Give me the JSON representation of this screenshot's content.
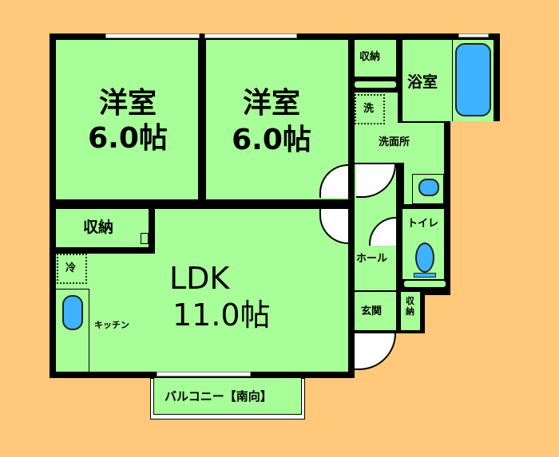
{
  "floorplan": {
    "colors": {
      "background": "#ffc87a",
      "room": "#a8fe98",
      "wall": "#000000",
      "fixture": "#3fb2ff",
      "window": "#ffffff"
    },
    "rooms": {
      "western1": {
        "name": "洋室",
        "size": "6.0帖"
      },
      "western2": {
        "name": "洋室",
        "size": "6.0帖"
      },
      "ldk": {
        "name": "LDK",
        "size": "11.0帖"
      },
      "storage_top": {
        "name": "収納"
      },
      "storage_left": {
        "name": "収納"
      },
      "storage_entry": {
        "name": "収納"
      },
      "bath": {
        "name": "浴室"
      },
      "washroom": {
        "name": "洗面所"
      },
      "washer": {
        "name": "洗"
      },
      "fridge": {
        "name": "冷"
      },
      "toilet": {
        "name": "トイレ"
      },
      "hall": {
        "name": "ホール"
      },
      "entrance": {
        "name": "玄関"
      },
      "kitchen": {
        "name": "キッチン"
      },
      "balcony": {
        "name": "バルコニー【南向】"
      }
    }
  }
}
